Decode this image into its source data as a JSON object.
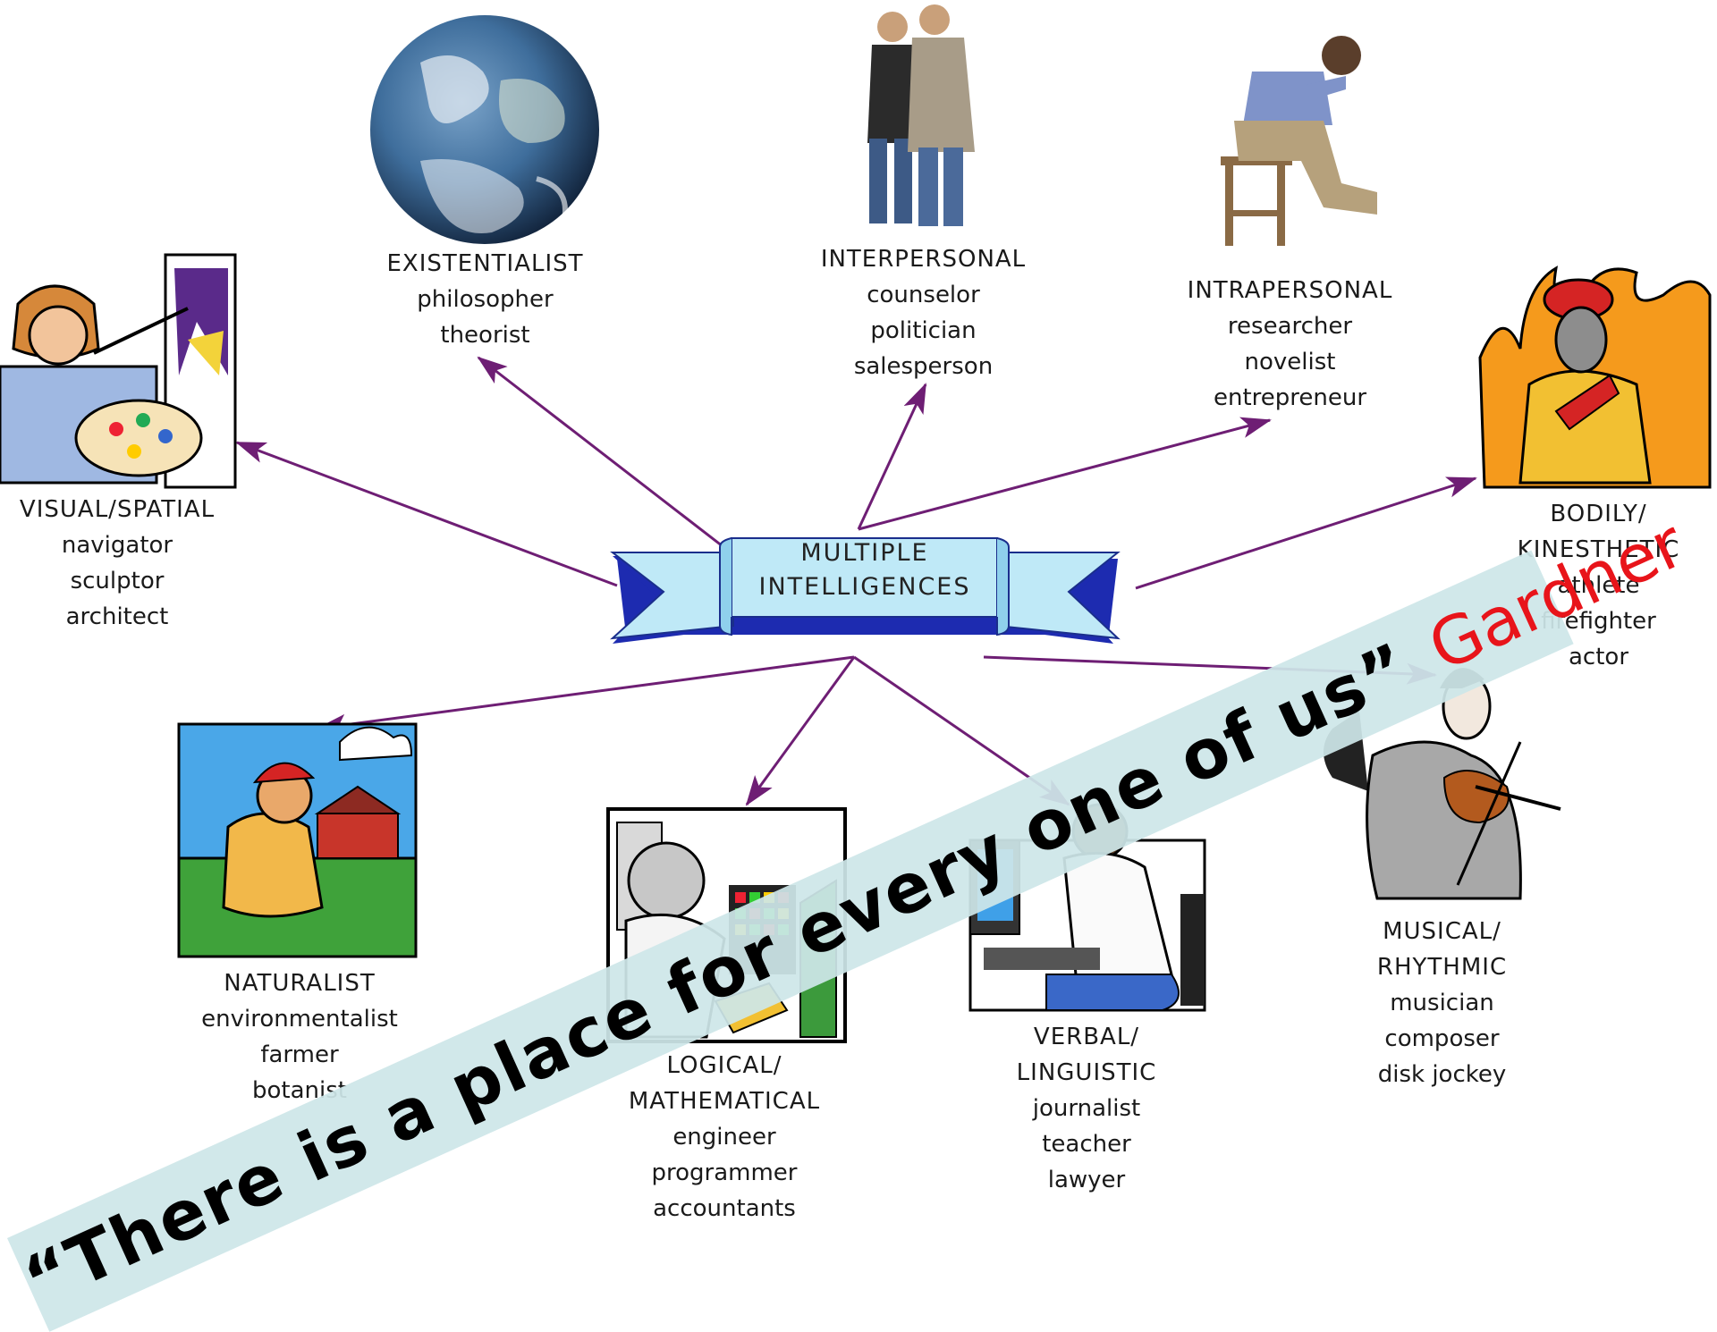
{
  "center": {
    "line1": "MULTIPLE",
    "line2": "INTELLIGENCES"
  },
  "intelligences": [
    {
      "id": "existentialist",
      "title": "EXISTENTIALIST",
      "roles": [
        "philosopher",
        "theorist"
      ],
      "icon": "globe-icon"
    },
    {
      "id": "interpersonal",
      "title": "INTERPERSONAL",
      "roles": [
        "counselor",
        "politician",
        "salesperson"
      ],
      "icon": "couple-icon"
    },
    {
      "id": "intrapersonal",
      "title": "INTRAPERSONAL",
      "roles": [
        "researcher",
        "novelist",
        "entrepreneur"
      ],
      "icon": "thinker-icon"
    },
    {
      "id": "visual-spatial",
      "title": "VISUAL/SPATIAL",
      "roles": [
        "navigator",
        "sculptor",
        "architect"
      ],
      "icon": "painter-icon"
    },
    {
      "id": "bodily-kinesthetic",
      "title_lines": [
        "BODILY/",
        "KINESTHETIC"
      ],
      "roles": [
        "athlete",
        "firefighter",
        "actor"
      ],
      "icon": "firefighter-icon"
    },
    {
      "id": "naturalist",
      "title": "NATURALIST",
      "roles": [
        "environmentalist",
        "farmer",
        "botanist"
      ],
      "icon": "farmer-icon"
    },
    {
      "id": "logical-mathematical",
      "title_lines": [
        "LOGICAL/",
        "MATHEMATICAL"
      ],
      "roles": [
        "engineer",
        "programmer",
        "accountants"
      ],
      "icon": "engineer-icon"
    },
    {
      "id": "verbal-linguistic",
      "title_lines": [
        "VERBAL/",
        "LINGUISTIC"
      ],
      "roles": [
        "journalist",
        "teacher",
        "lawyer"
      ],
      "icon": "writer-icon"
    },
    {
      "id": "musical-rhythmic",
      "title_lines": [
        "MUSICAL/",
        "RHYTHMIC"
      ],
      "roles": [
        "musician",
        "composer",
        "disk jockey"
      ],
      "icon": "violinist-icon"
    }
  ],
  "banner": {
    "quote": "“There is a place for every one of us”",
    "author": "Gardner"
  },
  "colors": {
    "arrow": "#6e1e74",
    "ribbon_fill": "#bfe9f7",
    "ribbon_shadow": "#1d2bb0",
    "banner_bg": "#cde6e8",
    "author": "#e8141a"
  }
}
